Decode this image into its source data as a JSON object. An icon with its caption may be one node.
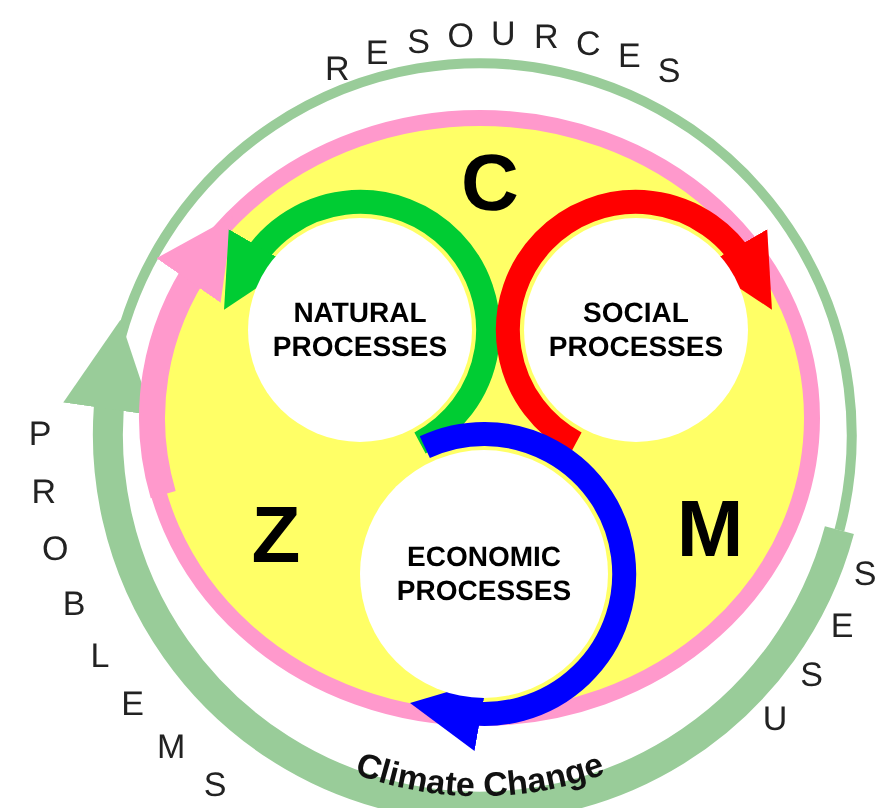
{
  "diagram": {
    "nodes": [
      {
        "text": [
          "NATURAL PROCESSES"
        ]
      },
      {
        "text": [
          "SOCIAL PROCESSES"
        ]
      },
      {
        "text": [
          "ECONOMIC PROCESSES"
        ]
      }
    ],
    "labels": [
      "RESOURCES",
      "C",
      "Z",
      "M",
      "PROBLEMS",
      "USES",
      "Climate Change"
    ]
  }
}
